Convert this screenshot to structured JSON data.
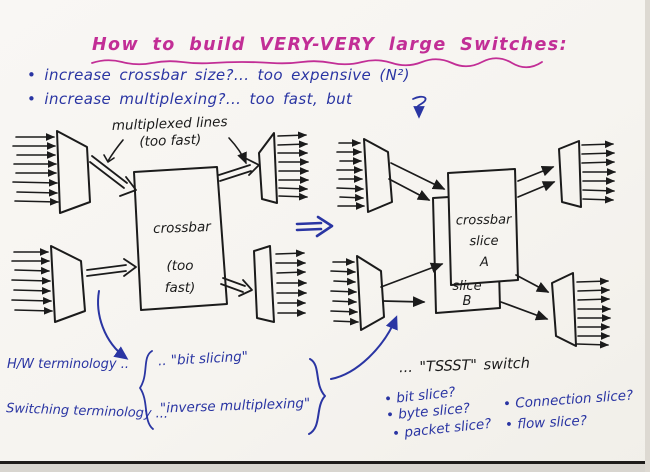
{
  "colors": {
    "paper": "#f6f4f0",
    "ink_black": "#1b1b1b",
    "ink_blue": "#2a35a3",
    "ink_magenta": "#c22e96"
  },
  "header": {
    "title": "How to build VERY-VERY large Switches:"
  },
  "bullets": {
    "b1": "• increase crossbar size?... too expensive (N²)",
    "b2": "• increase multiplexing?... too fast, but"
  },
  "left_diagram": {
    "lines_label_1": "multiplexed lines",
    "lines_label_2": "(too fast)",
    "crossbar": "crossbar",
    "crossbar_sub": "(too fast)"
  },
  "right_diagram": {
    "slice_a": [
      "crossbar",
      "slice",
      "A"
    ],
    "slice_b": [
      "slice",
      "B"
    ]
  },
  "terminology": {
    "hw_label": "H/W terminology ..",
    "hw_term": ".. \"bit slicing\"",
    "sw_label": "Switching terminology ...",
    "sw_term": "\"inverse multiplexing\""
  },
  "conclusion": {
    "tssst": "... \"TSSST\" switch",
    "col1": [
      "• bit slice?",
      "• byte slice?",
      "• packet slice?"
    ],
    "col2": [
      "• Connection slice?",
      "• flow slice?"
    ]
  }
}
